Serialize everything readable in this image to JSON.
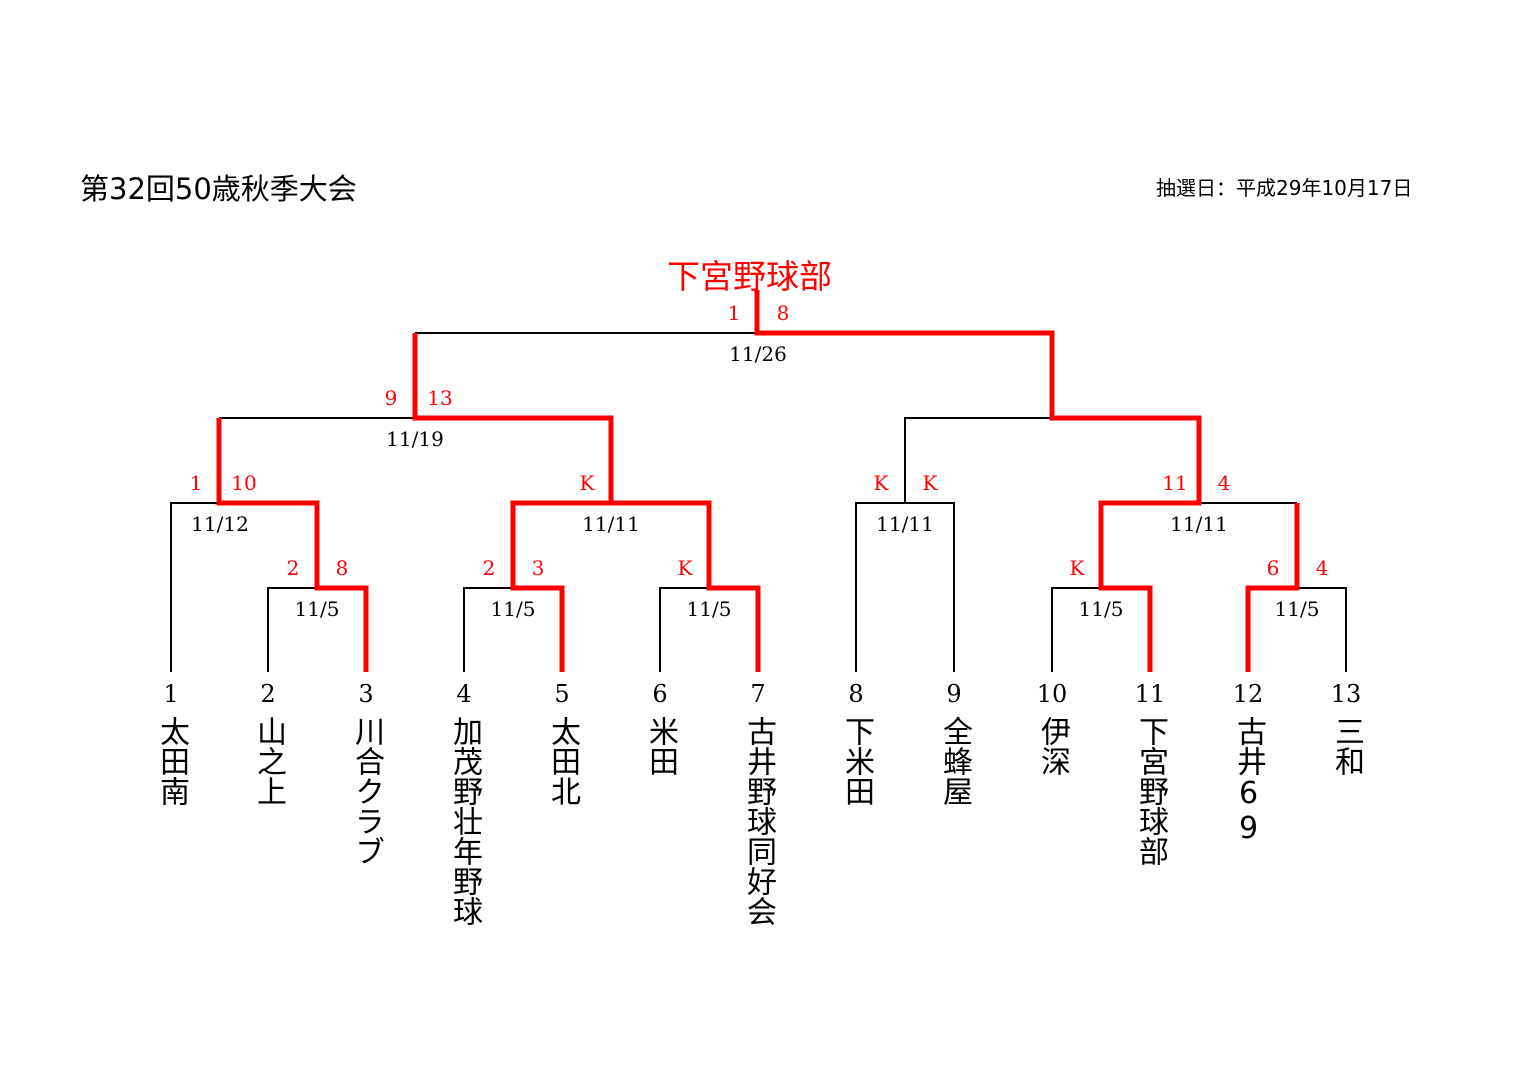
{
  "title": "第32回50歳秋季大会",
  "draw_date": "抽選日：平成29年10月17日",
  "champion": "下宮野球部",
  "colors": {
    "winner_line": "#ff0000",
    "line": "#000000"
  },
  "teams": [
    {
      "seed": "1",
      "name": "太田南"
    },
    {
      "seed": "2",
      "name": "山之上"
    },
    {
      "seed": "3",
      "name": "川合クラブ"
    },
    {
      "seed": "4",
      "name": "加茂野壮年野球"
    },
    {
      "seed": "5",
      "name": "太田北"
    },
    {
      "seed": "6",
      "name": "米田"
    },
    {
      "seed": "7",
      "name": "古井野球同好会"
    },
    {
      "seed": "8",
      "name": "下米田"
    },
    {
      "seed": "9",
      "name": "全蜂屋"
    },
    {
      "seed": "10",
      "name": "伊深"
    },
    {
      "seed": "11",
      "name": "下宮野球部"
    },
    {
      "seed": "12",
      "name": "古井69"
    },
    {
      "seed": "13",
      "name": "三和"
    }
  ],
  "matches": {
    "r1_2v3": {
      "left": "2",
      "right": "8",
      "date": "11/5"
    },
    "r1_4v5": {
      "left": "2",
      "right": "3",
      "date": "11/5"
    },
    "r1_6v7": {
      "left": "K",
      "right": "",
      "date": "11/5"
    },
    "r1_10v11": {
      "left": "K",
      "right": "",
      "date": "11/5"
    },
    "r1_12v13": {
      "left": "6",
      "right": "4",
      "date": "11/5"
    },
    "r2_a": {
      "left": "1",
      "right": "10",
      "date": "11/12"
    },
    "r2_b": {
      "left": "K",
      "right": "",
      "date": "11/11"
    },
    "r2_c": {
      "left": "K",
      "right": "K",
      "date": "11/11"
    },
    "r2_d": {
      "left": "11",
      "right": "4",
      "date": "11/11"
    },
    "sf_left": {
      "left": "9",
      "right": "13",
      "date": "11/19"
    },
    "final": {
      "left": "1",
      "right": "8",
      "date": "11/26"
    }
  }
}
